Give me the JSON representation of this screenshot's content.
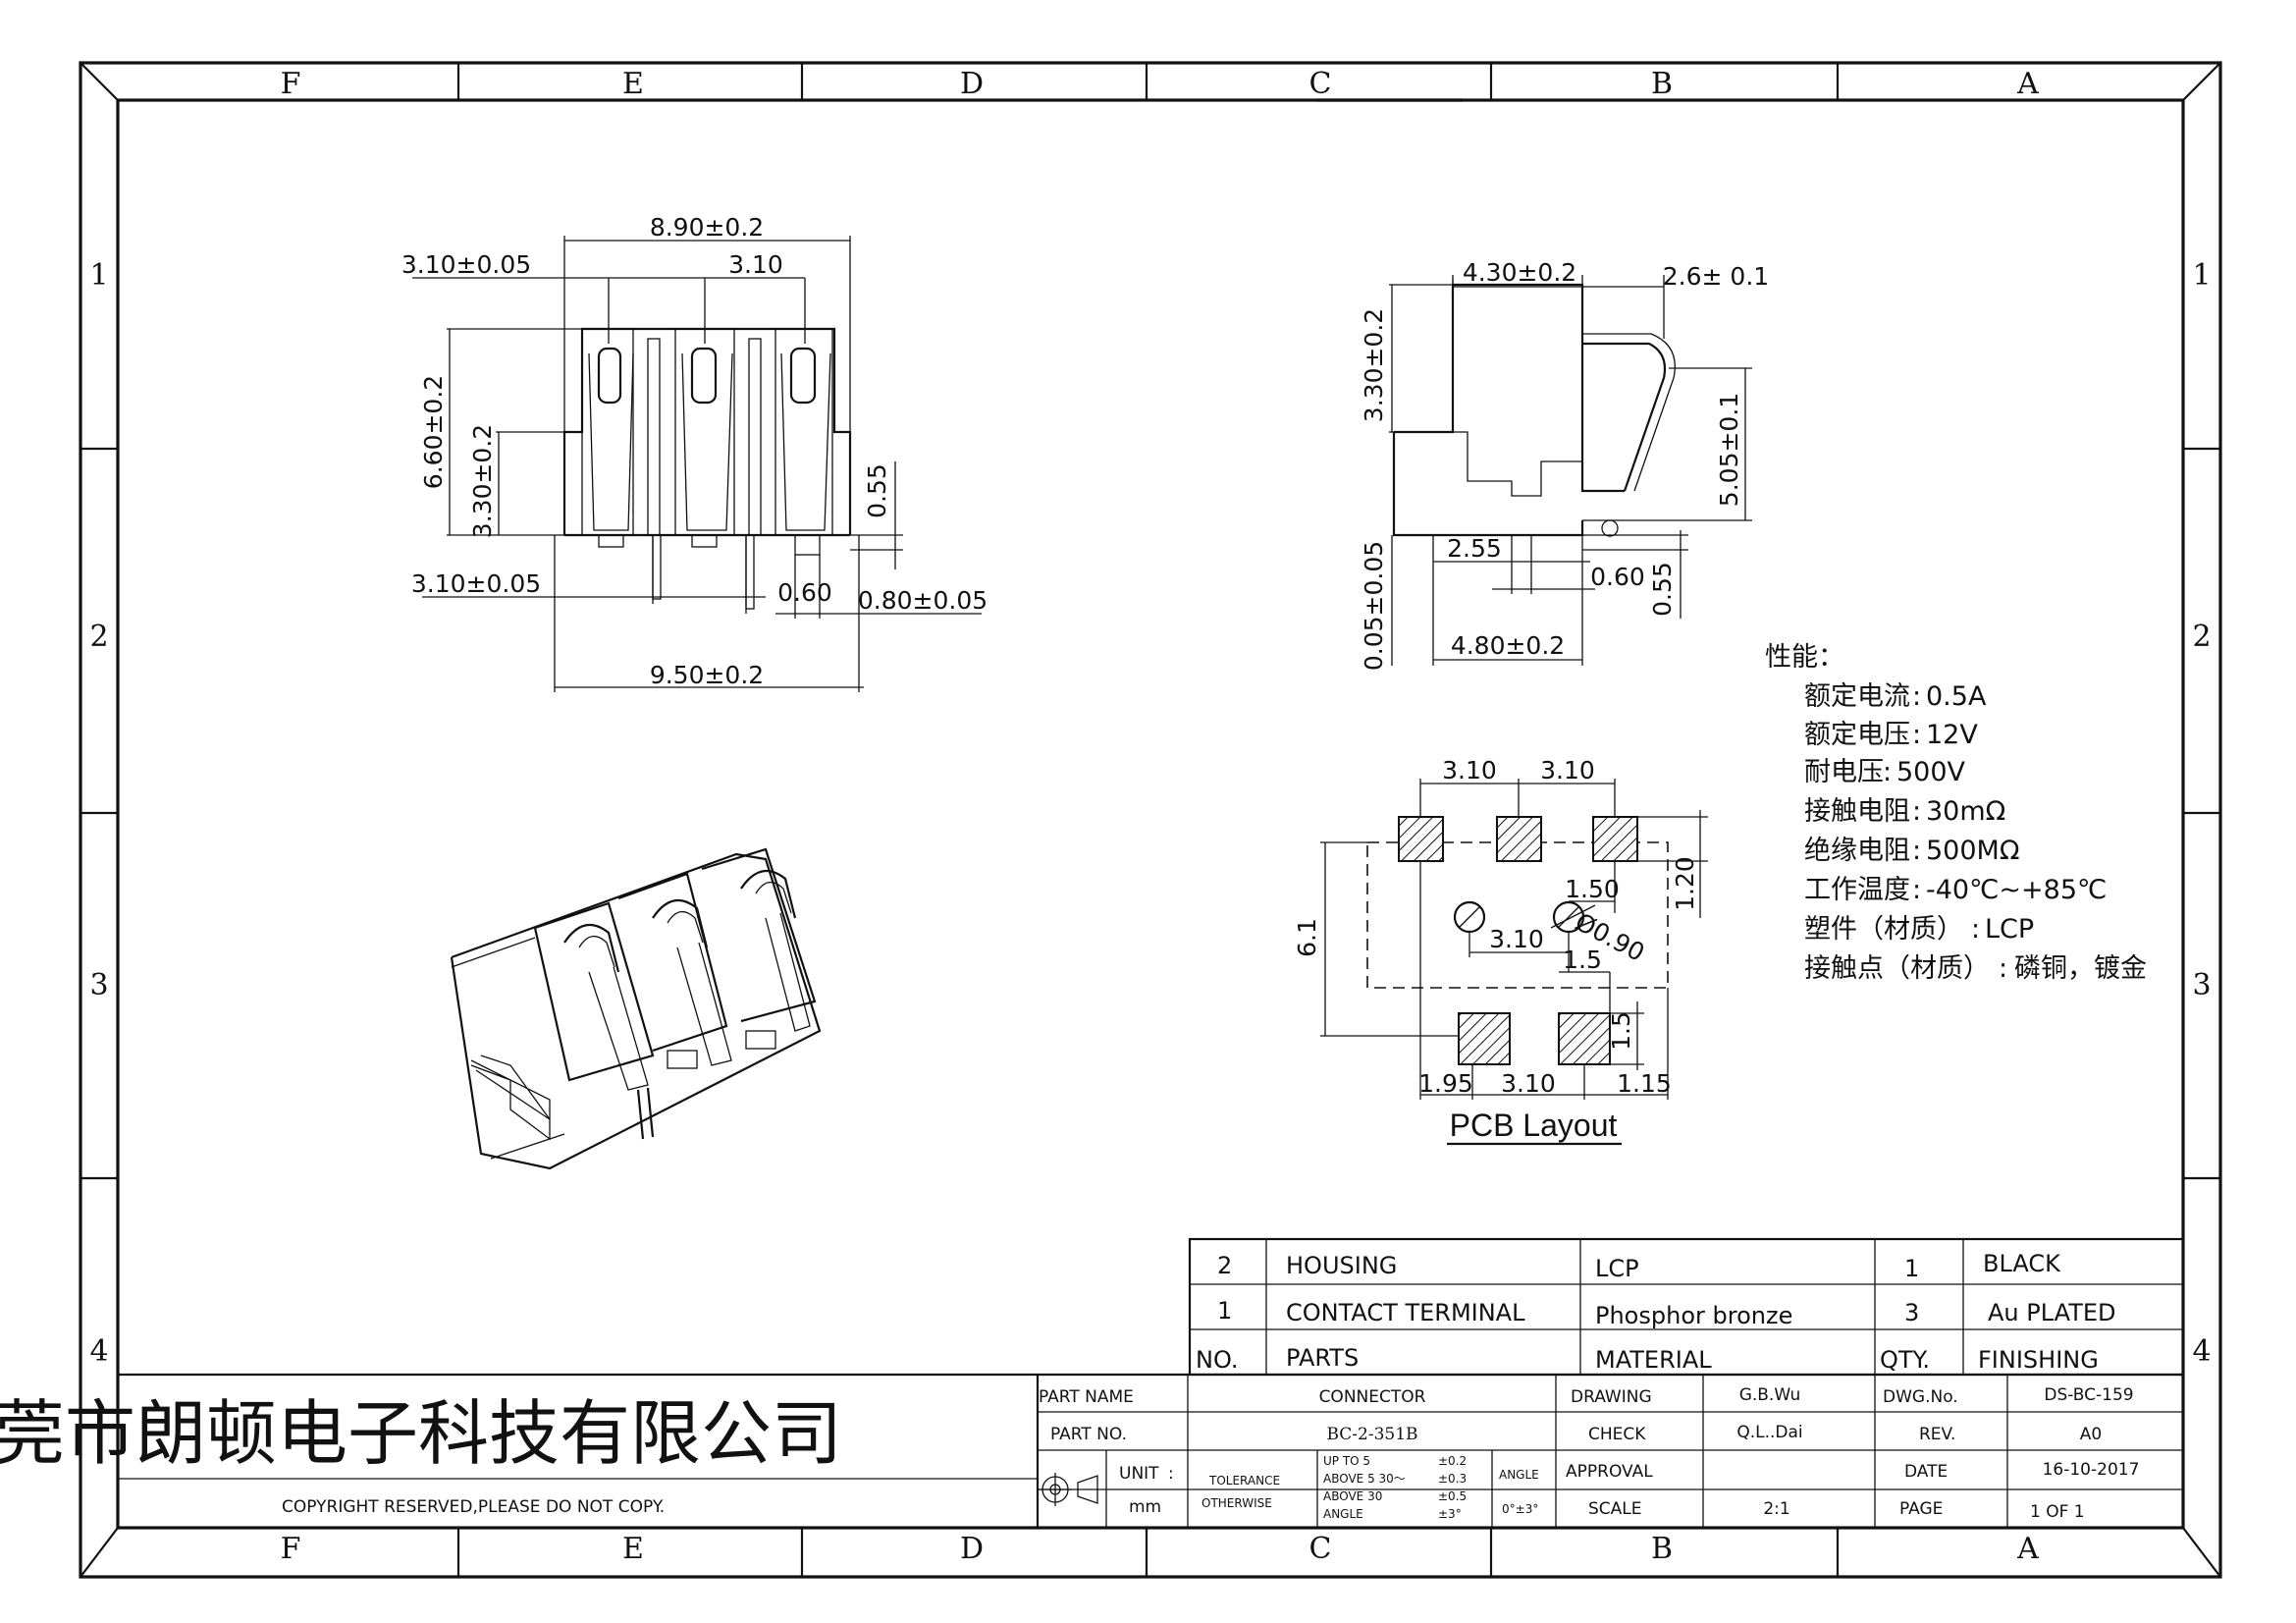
{
  "zones": {
    "columns": [
      "F",
      "E",
      "D",
      "C",
      "B",
      "A"
    ],
    "rows": [
      "1",
      "2",
      "3",
      "4"
    ]
  },
  "front_view": {
    "overall_width": "8.90±0.2",
    "pitch_left": "3.10±0.05",
    "pitch": "3.10",
    "height": "6.60±0.2",
    "base_height": "3.30±0.2",
    "pin_offset": "0.55",
    "pin_pitch_bottom": "3.10±0.05",
    "pin_width": "0.60",
    "pin_thickness": "0.80±0.05",
    "base_width": "9.50±0.2"
  },
  "side_view": {
    "body_width": "4.30±0.2",
    "spring_offset": "2.6± 0.1",
    "body_height": "3.30±0.2",
    "spring_height": "5.05±0.1",
    "pin_pos": "2.55",
    "pin_w": "0.60",
    "pin_offset": "0.55",
    "standoff": "0.05±0.05",
    "base_width": "4.80±0.2"
  },
  "specs": {
    "heading": "性能：",
    "items": [
      {
        "label": "额定电流",
        "value": "0.5A"
      },
      {
        "label": "额定电压",
        "value": "12V"
      },
      {
        "label": "耐电压",
        "value": "500V"
      },
      {
        "label": "接触电阻",
        "value": "30mΩ"
      },
      {
        "label": "绝缘电阻",
        "value": "500MΩ"
      },
      {
        "label": "工作温度",
        "value": "-40℃~+85℃"
      },
      {
        "label": "塑件（材质）",
        "value": "LCP"
      },
      {
        "label": "接触点（材质）",
        "value": "磷铜，镀金"
      }
    ]
  },
  "pcb_layout": {
    "title": "PCB Layout",
    "pitch_a": "3.10",
    "pitch_b": "3.10",
    "pad_h": "1.20",
    "hole_dx": "1.50",
    "hole_dia": "Ø0.90",
    "hole_pitch": "3.10",
    "depth": "6.1",
    "offset": "1.5",
    "pad_low": "1.5",
    "bottom_left": "1.95",
    "bottom_mid": "3.10",
    "bottom_right": "1.15"
  },
  "bom": {
    "rows": [
      {
        "no": "2",
        "part": "HOUSING",
        "material": "LCP",
        "qty": "1",
        "finishing": "BLACK"
      },
      {
        "no": "1",
        "part": "CONTACT TERMINAL",
        "material": "Phosphor bronze",
        "qty": "3",
        "finishing": "Au PLATED"
      }
    ],
    "header": {
      "no": "NO.",
      "part": "PARTS",
      "material": "MATERIAL",
      "qty": "QTY.",
      "finishing": "FINISHING"
    }
  },
  "title_block": {
    "company": "东莞市朗顿电子科技有限公司",
    "copyright": "COPYRIGHT RESERVED,PLEASE DO NOT COPY.",
    "part_name_label": "PART NAME",
    "part_name": "CONNECTOR",
    "part_no_label": "PART NO.",
    "part_no": "BC-2-351B",
    "unit_label": "UNIT",
    "unit_colon": ":",
    "unit": "mm",
    "tolerance": "TOLERANCE",
    "otherwise": "OTHERWISE",
    "tol_rows": [
      {
        "range": "UP TO 5",
        "value": "±0.2"
      },
      {
        "range": "ABOVE 5  30～",
        "value": "±0.3"
      },
      {
        "range": "ABOVE 30",
        "value": "±0.5"
      },
      {
        "range": "ANGLE",
        "value": "±3°"
      }
    ],
    "angle_label": "ANGLE",
    "angle_value": "0°±3°",
    "drawing_label": "DRAWING",
    "drawing": "G.B.Wu",
    "check_label": "CHECK",
    "check": "Q.L..Dai",
    "approval_label": "APPROVAL",
    "approval": "",
    "scale_label": "SCALE",
    "scale": "2:1",
    "dwg_no_label": "DWG.No.",
    "dwg_no": "DS-BC-159",
    "rev_label": "REV.",
    "rev": "A0",
    "date_label": "DATE",
    "date": "16-10-2017",
    "page_label": "PAGE",
    "page": "1 OF 1"
  }
}
